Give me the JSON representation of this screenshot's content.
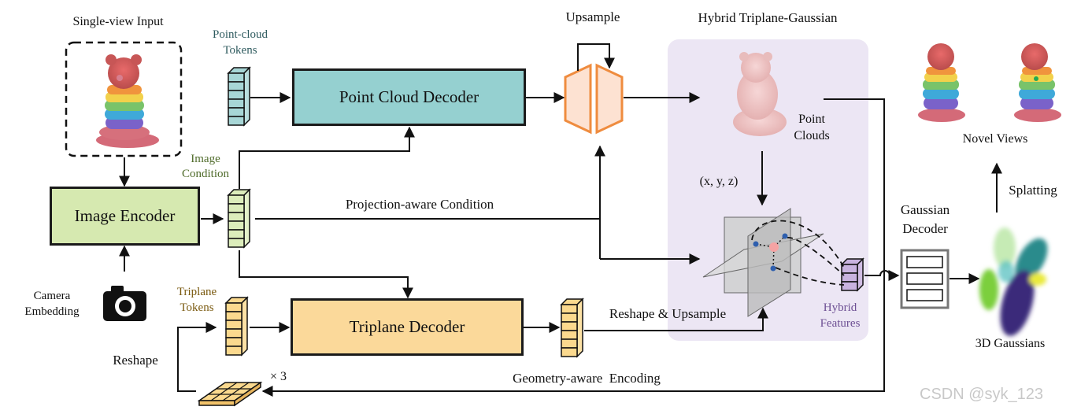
{
  "labels": {
    "single_view_input": "Single-view Input",
    "point_cloud_tokens_1": "Point-cloud",
    "point_cloud_tokens_2": "Tokens",
    "point_cloud_decoder": "Point Cloud Decoder",
    "upsample": "Upsample",
    "hybrid_title": "Hybrid Triplane-Gaussian",
    "point_clouds_1": "Point",
    "point_clouds_2": "Clouds",
    "novel_views": "Novel Views",
    "image_condition_1": "Image",
    "image_condition_2": "Condition",
    "image_encoder": "Image Encoder",
    "projection_aware": "Projection-aware Condition",
    "xyz": "(x, y, z)",
    "splatting": "Splatting",
    "gaussian_decoder_1": "Gaussian",
    "gaussian_decoder_2": "Decoder",
    "camera_embedding_1": "Camera",
    "camera_embedding_2": "Embedding",
    "triplane_tokens_1": "Triplane",
    "triplane_tokens_2": "Tokens",
    "triplane_decoder": "Triplane Decoder",
    "reshape_upsample": "Reshape & Upsample",
    "hybrid_features_1": "Hybrid",
    "hybrid_features_2": "Features",
    "gaussians_3d": "3D Gaussians",
    "reshape": "Reshape",
    "times_three": "× 3",
    "geometry_aware": "Geometry-aware  Encoding",
    "watermark": "CSDN @syk_123"
  },
  "colors": {
    "point_cloud_decoder_fill": "#95d0d0",
    "image_encoder_fill": "#d6e9b0",
    "triplane_decoder_fill": "#fbd99a",
    "hybrid_panel_fill": "#ece6f4",
    "upsample_fill": "#fde2d2",
    "upsample_stroke": "#ef8c3f",
    "pc_token_fill": "#a7d6d6",
    "img_token_fill": "#dcedbb",
    "tri_token_fill": "#fbd98e",
    "hybrid_token_fill": "#c9b3df",
    "point_cloud_label": "#2f5b5f",
    "image_condition_label": "#4f6b2a",
    "triplane_tokens_label": "#7a5a10",
    "hybrid_features_label": "#6d4f93"
  },
  "icons": [
    "camera-icon",
    "teddy-bear-image",
    "gaussian-blob-icon",
    "triplane-planes-icon"
  ]
}
